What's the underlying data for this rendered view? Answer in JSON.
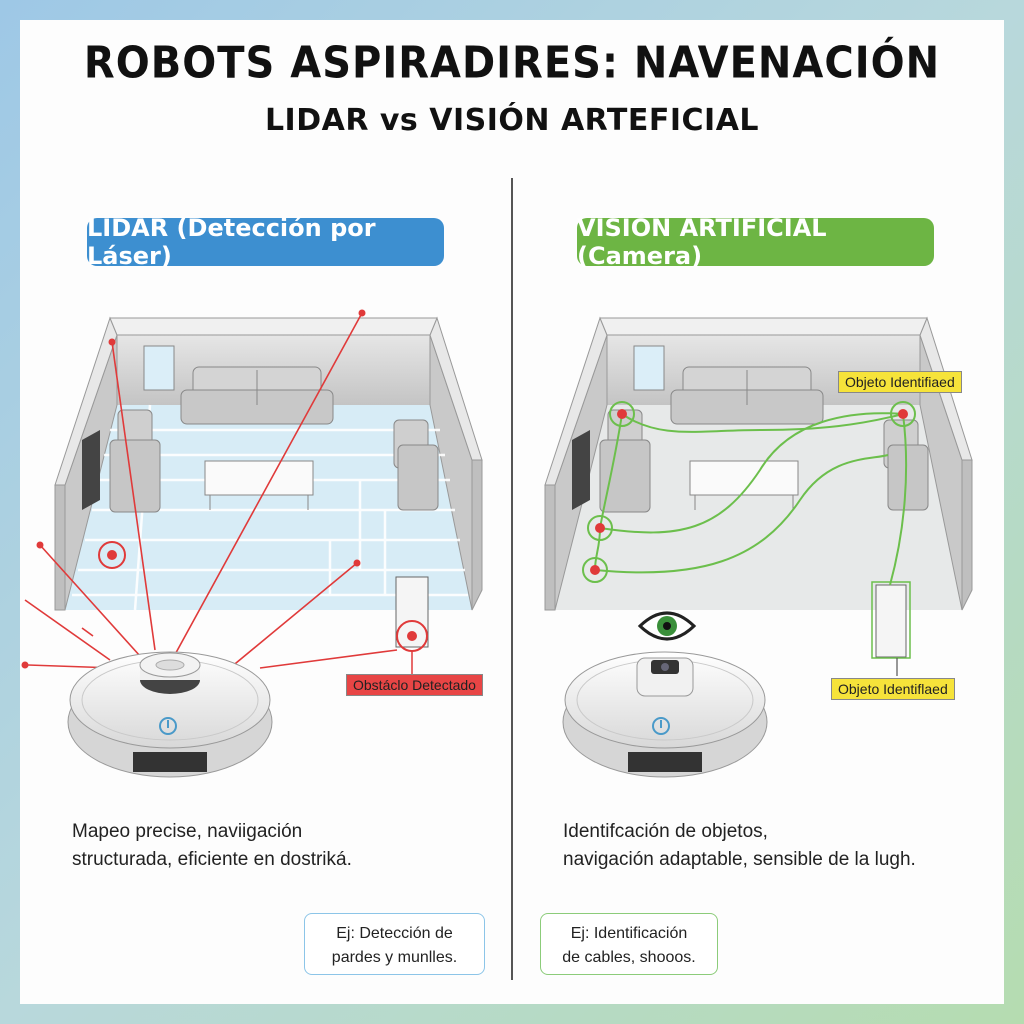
{
  "header": {
    "title": "ROBOTS ASPIRADIRES: NAVENACIÓN",
    "subtitle": "LIDAR vs VISIÓN ARTEFICIAL"
  },
  "lidar": {
    "label": "LIDAR (Detección por Láser)",
    "obstacle_tag": "Obstáclo Detectado",
    "description_line1": "Mapeo precise, naviigación",
    "description_line2": "structurada, eficiente en dostriká.",
    "example_line1": "Ej: Detección de",
    "example_line2": "pardes y munlles.",
    "accent_color": "#3d8fd0",
    "laser_color": "#e03a3a"
  },
  "vision": {
    "label": "VISIÓN ARTIFICIAL (Camera)",
    "object_tag_top": "Objeto Identifiaed",
    "object_tag_bottom": "Objeto Identiflaed",
    "description_line1": "Identifcación de objetos,",
    "description_line2": "navigación adaptable, sensible de la lugh.",
    "example_line1": "Ej: Identificación",
    "example_line2": "de cables, shooos.",
    "accent_color": "#6db544",
    "path_color": "#6cbf4c"
  },
  "icons": {
    "eye": "eye-icon",
    "power": "power-icon"
  }
}
